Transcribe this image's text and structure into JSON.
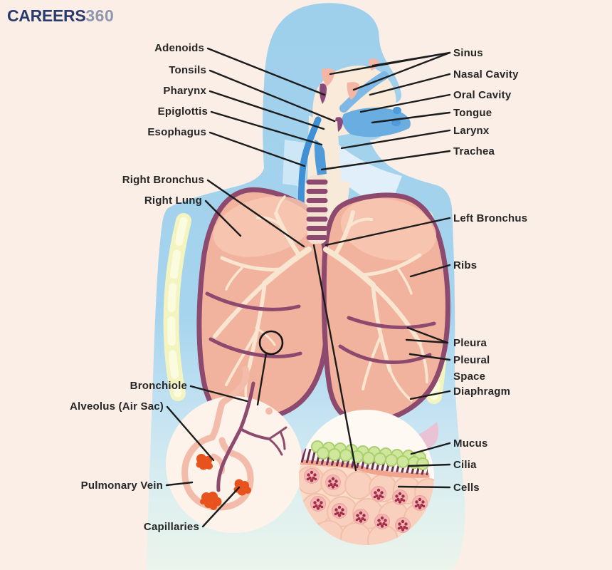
{
  "logo": {
    "primary": "CAREERS",
    "secondary": "360"
  },
  "labels": {
    "left": [
      {
        "text": "Adenoids"
      },
      {
        "text": "Tonsils"
      },
      {
        "text": "Pharynx"
      },
      {
        "text": "Epiglottis"
      },
      {
        "text": "Esophagus"
      },
      {
        "text": "Right Bronchus"
      },
      {
        "text": "Right Lung"
      },
      {
        "text": "Bronchiole"
      },
      {
        "text": "Alveolus (Air Sac)"
      },
      {
        "text": "Pulmonary Vein"
      },
      {
        "text": "Capillaries"
      }
    ],
    "right": [
      {
        "text": "Sinus"
      },
      {
        "text": "Nasal Cavity"
      },
      {
        "text": "Oral Cavity"
      },
      {
        "text": "Tongue"
      },
      {
        "text": "Larynx"
      },
      {
        "text": "Trachea"
      },
      {
        "text": "Left Bronchus"
      },
      {
        "text": "Ribs"
      },
      {
        "text": "Pleura"
      },
      {
        "text": "Pleural",
        "text2": "Space"
      },
      {
        "text": "Diaphragm"
      },
      {
        "text": "Mucus"
      },
      {
        "text": "Cilia"
      },
      {
        "text": "Cells"
      }
    ]
  },
  "colors": {
    "background": "#fbeee6",
    "body_blue": "#9fd0ec",
    "lung_salmon": "#f2b39e",
    "outline_maroon": "#8d4a6e",
    "airway_blue": "#3f90d5",
    "rib_yellow": "#f4f4c0",
    "diaphragm_pink": "#e9c2d6",
    "capillary_orange": "#e8521c",
    "mucus_green": "#cfe79c",
    "label_text": "#262626",
    "leader_line": "#1c1c1c",
    "logo_navy": "#2b3b6e",
    "logo_gray": "#8d97ad"
  }
}
